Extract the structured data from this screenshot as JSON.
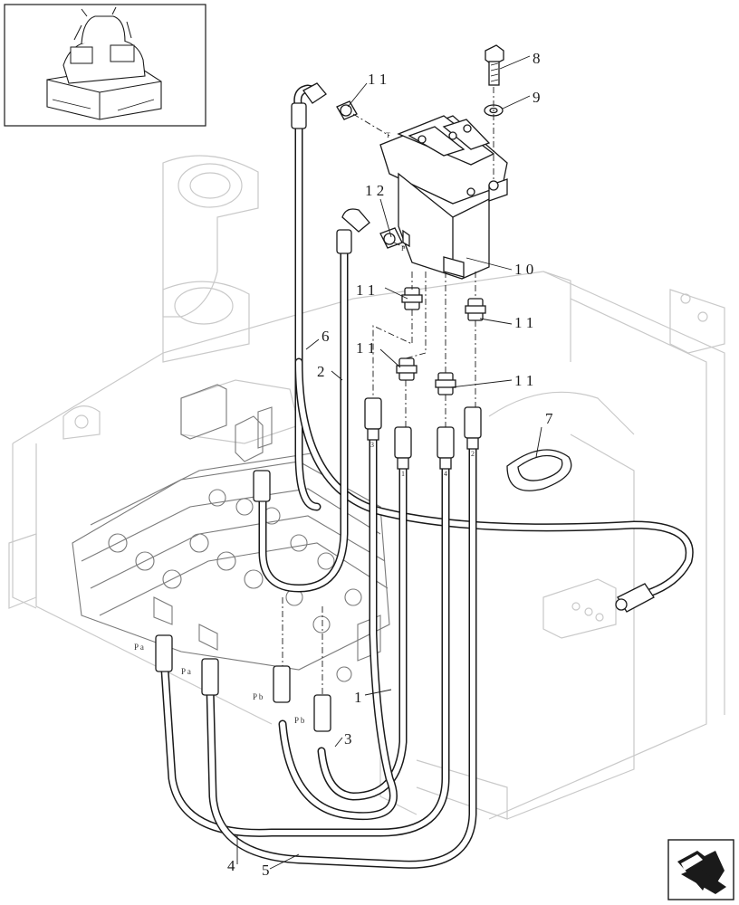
{
  "diagram": {
    "callouts": {
      "c1": "1",
      "c2": "2",
      "c3": "3",
      "c4": "4",
      "c5": "5",
      "c6": "6",
      "c7": "7",
      "c8": "8",
      "c9": "9",
      "c10": "1 0",
      "c11a": "1 1",
      "c11b": "1 1",
      "c11c": "1 1",
      "c11d": "1 1",
      "c11e": "1 1",
      "c12": "1 2"
    },
    "port_labels": {
      "pa1": "P a",
      "pa2": "P a",
      "pb1": "P b",
      "pb2": "P b",
      "t": "T",
      "p": "P"
    },
    "fitting_numbers": {
      "f1": "1",
      "f2": "2",
      "f3": "3",
      "f4": "4"
    }
  },
  "navigation": {
    "icon": "next-page-arrow-icon"
  }
}
